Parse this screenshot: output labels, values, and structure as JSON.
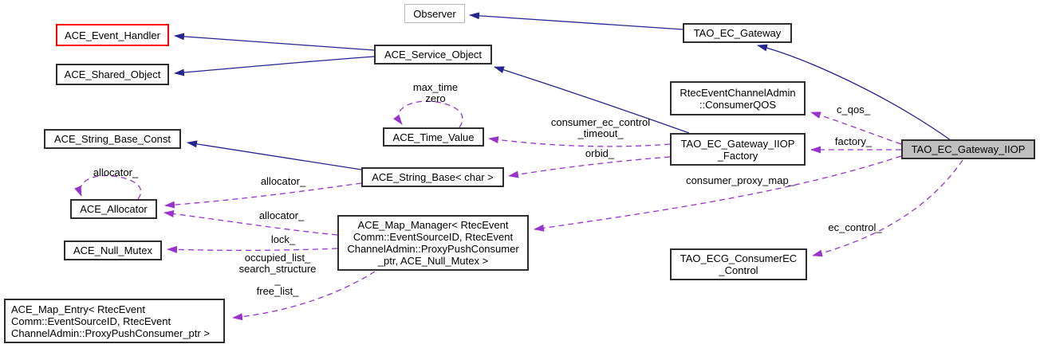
{
  "diagram": {
    "title": "TAO_EC_Gateway_IIOP collaboration graph",
    "colors": {
      "inheritance_edge": "#252591",
      "usage_edge": "#9a32cd",
      "highlight_node_fill": "#bfbfbf",
      "warning_node_border": "#ff0000",
      "external_node_border": "#b9b9b9",
      "node_border": "#2e2e2e"
    }
  },
  "nodes": {
    "observer": {
      "label": "Observer"
    },
    "event_handler": {
      "label": "ACE_Event_Handler"
    },
    "shared_object": {
      "label": "ACE_Shared_Object"
    },
    "service_object": {
      "label": "ACE_Service_Object"
    },
    "tao_ec_gateway": {
      "label": "TAO_EC_Gateway"
    },
    "string_base_const": {
      "label": "ACE_String_Base_Const"
    },
    "time_value": {
      "label": "ACE_Time_Value"
    },
    "string_base_char": {
      "label": "ACE_String_Base< char >"
    },
    "allocator": {
      "label": "ACE_Allocator"
    },
    "null_mutex": {
      "label": "ACE_Null_Mutex"
    },
    "map_manager": {
      "label": "ACE_Map_Manager< RtecEvent\nComm::EventSourceID, RtecEvent\nChannelAdmin::ProxyPushConsumer\n_ptr, ACE_Null_Mutex >"
    },
    "map_entry": {
      "label": "ACE_Map_Entry< RtecEvent\nComm::EventSourceID, RtecEvent\nChannelAdmin::ProxyPushConsumer_ptr >"
    },
    "consumer_qos": {
      "label": "RtecEventChannelAdmin\n::ConsumerQOS"
    },
    "gateway_iiop_factory": {
      "label": "TAO_EC_Gateway_IIOP\n_Factory"
    },
    "consumer_ec_control": {
      "label": "TAO_ECG_ConsumerEC\n_Control"
    },
    "gateway_iiop_main": {
      "label": "TAO_EC_Gateway_IIOP"
    }
  },
  "edge_labels": {
    "time_value_self": "max_time\nzero",
    "allocator_self": "allocator_",
    "consumer_ec_control_timeout": "consumer_ec_control\n_timeout_",
    "orbid": "orbid_",
    "c_qos": "c_qos_",
    "factory": "factory_",
    "consumer_proxy_map": "consumer_proxy_map_",
    "ec_control": "ec_control_",
    "allocator_from_string_base": "allocator_",
    "allocator_from_map_manager": "allocator_",
    "lock": "lock_",
    "map_entry_members": "occupied_list_\nsearch_structure\n_\nfree_list_"
  }
}
